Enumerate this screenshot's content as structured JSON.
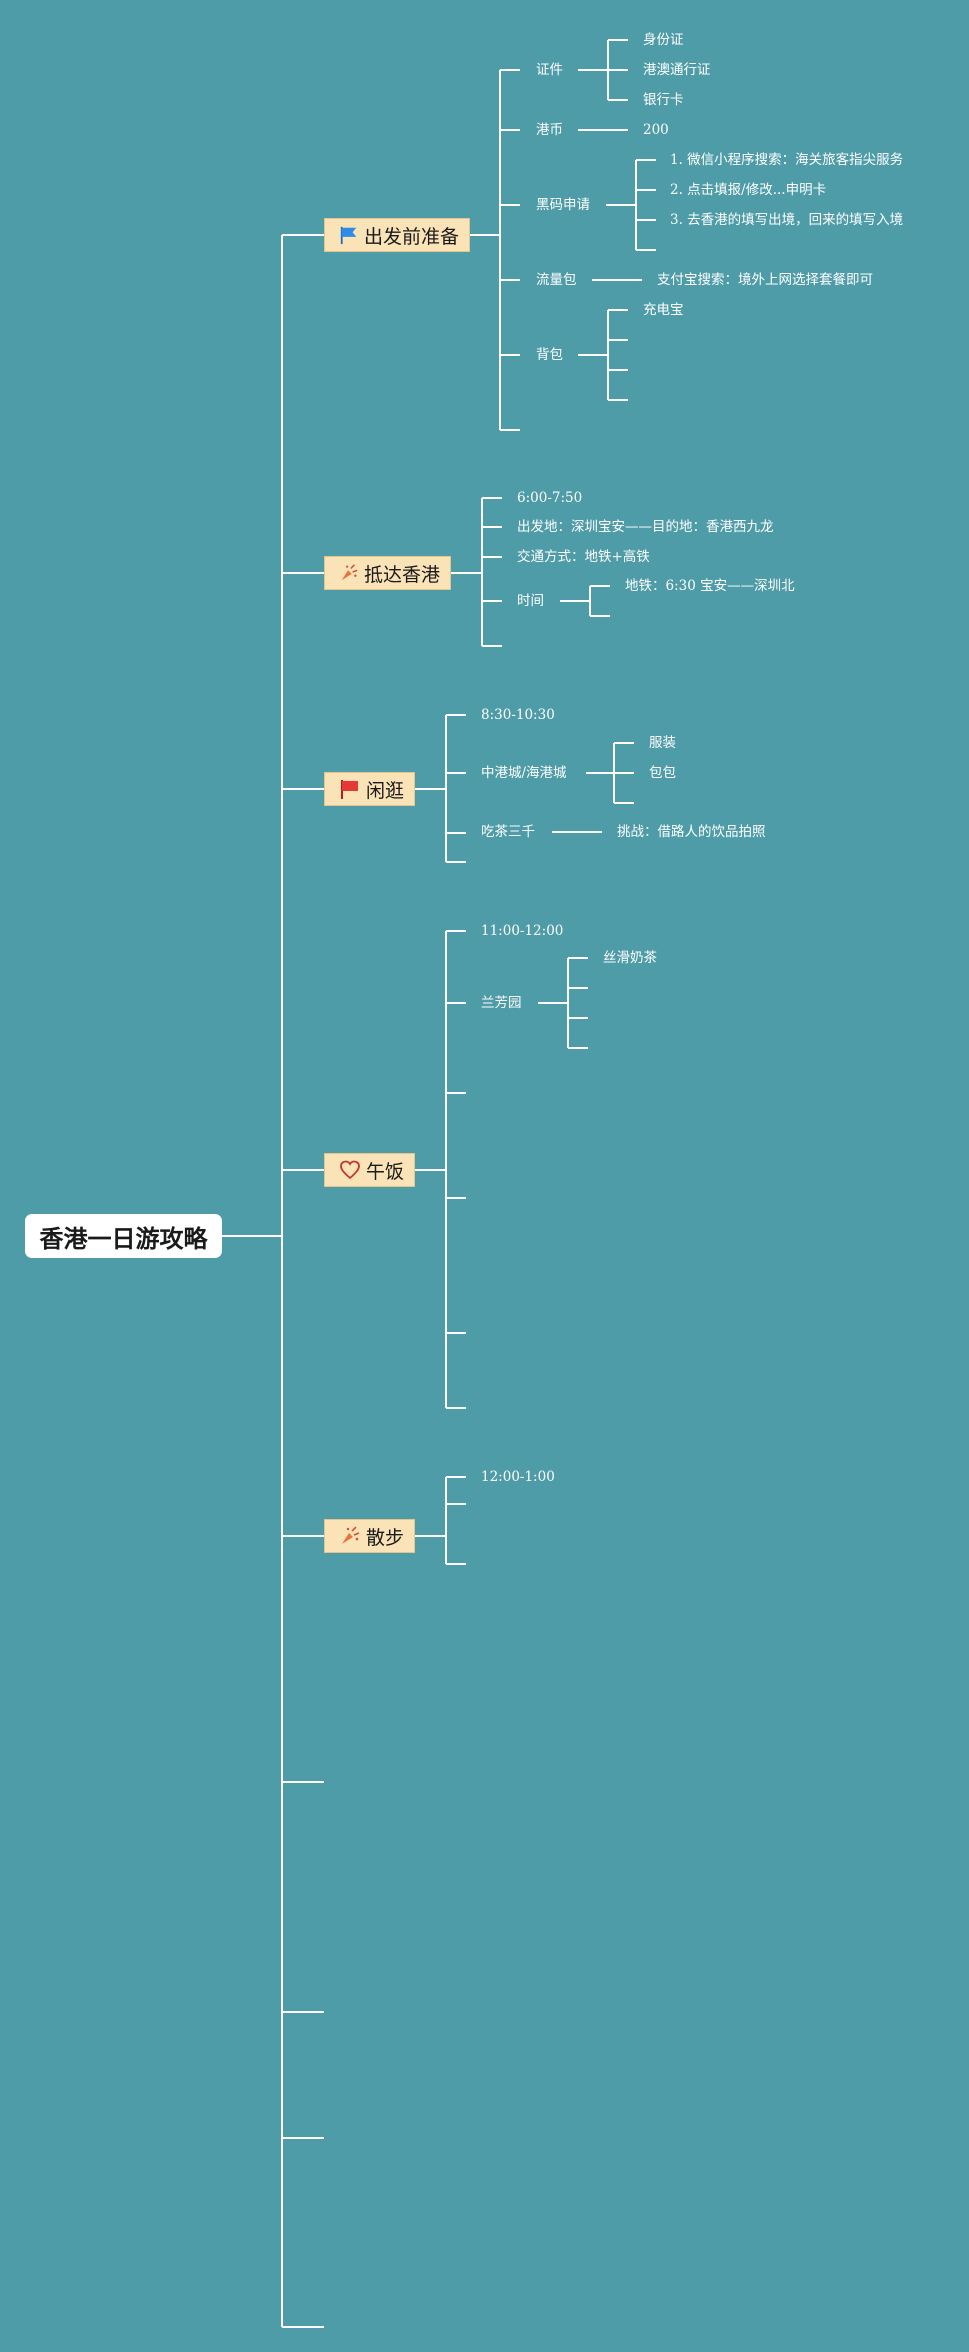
{
  "root": "香港一日游攻略",
  "branches": [
    {
      "label": "出发前准备",
      "icon": "blue-flag-icon"
    },
    {
      "label": "抵达香港",
      "icon": "party-popper-icon"
    },
    {
      "label": "闲逛",
      "icon": "red-flag-icon"
    },
    {
      "label": "午饭",
      "icon": "heart-outline-icon"
    },
    {
      "label": "散步",
      "icon": "party-popper-icon"
    }
  ],
  "prep": {
    "id_docs": "证件",
    "id_card": "身份证",
    "hkmo_pass": "港澳通行证",
    "bank_card": "银行卡",
    "hkd": "港币",
    "hkd_amount": "200",
    "black_code": "黑码申请",
    "step1": "1. 微信小程序搜索：海关旅客指尖服务",
    "step2": "2. 点击填报/修改...申明卡",
    "step3": "3. 去香港的填写出境，回来的填写入境",
    "data_pack": "流量包",
    "data_pack_tip": "支付宝搜索：境外上网选择套餐即可",
    "bag": "背包",
    "power_bank": "充电宝"
  },
  "arrive": {
    "time": "6:00-7:50",
    "route": "出发地：深圳宝安——目的地：香港西九龙",
    "transport": "交通方式：地铁+高铁",
    "time_label": "时间",
    "metro": "地铁：6:30 宝安——深圳北"
  },
  "stroll": {
    "time": "8:30-10:30",
    "mall": "中港城/海港城",
    "clothes": "服装",
    "bags": "包包",
    "tea": "吃茶三千",
    "challenge": "挑战：借路人的饮品拍照"
  },
  "lunch": {
    "time": "11:00-12:00",
    "place": "兰芳园",
    "milk_tea": "丝滑奶茶"
  },
  "walk": {
    "time": "12:00-1:00"
  },
  "colors": {
    "background": "#4f9ca9",
    "branch_fill": "#fbe3b8",
    "line": "#ffffff"
  }
}
